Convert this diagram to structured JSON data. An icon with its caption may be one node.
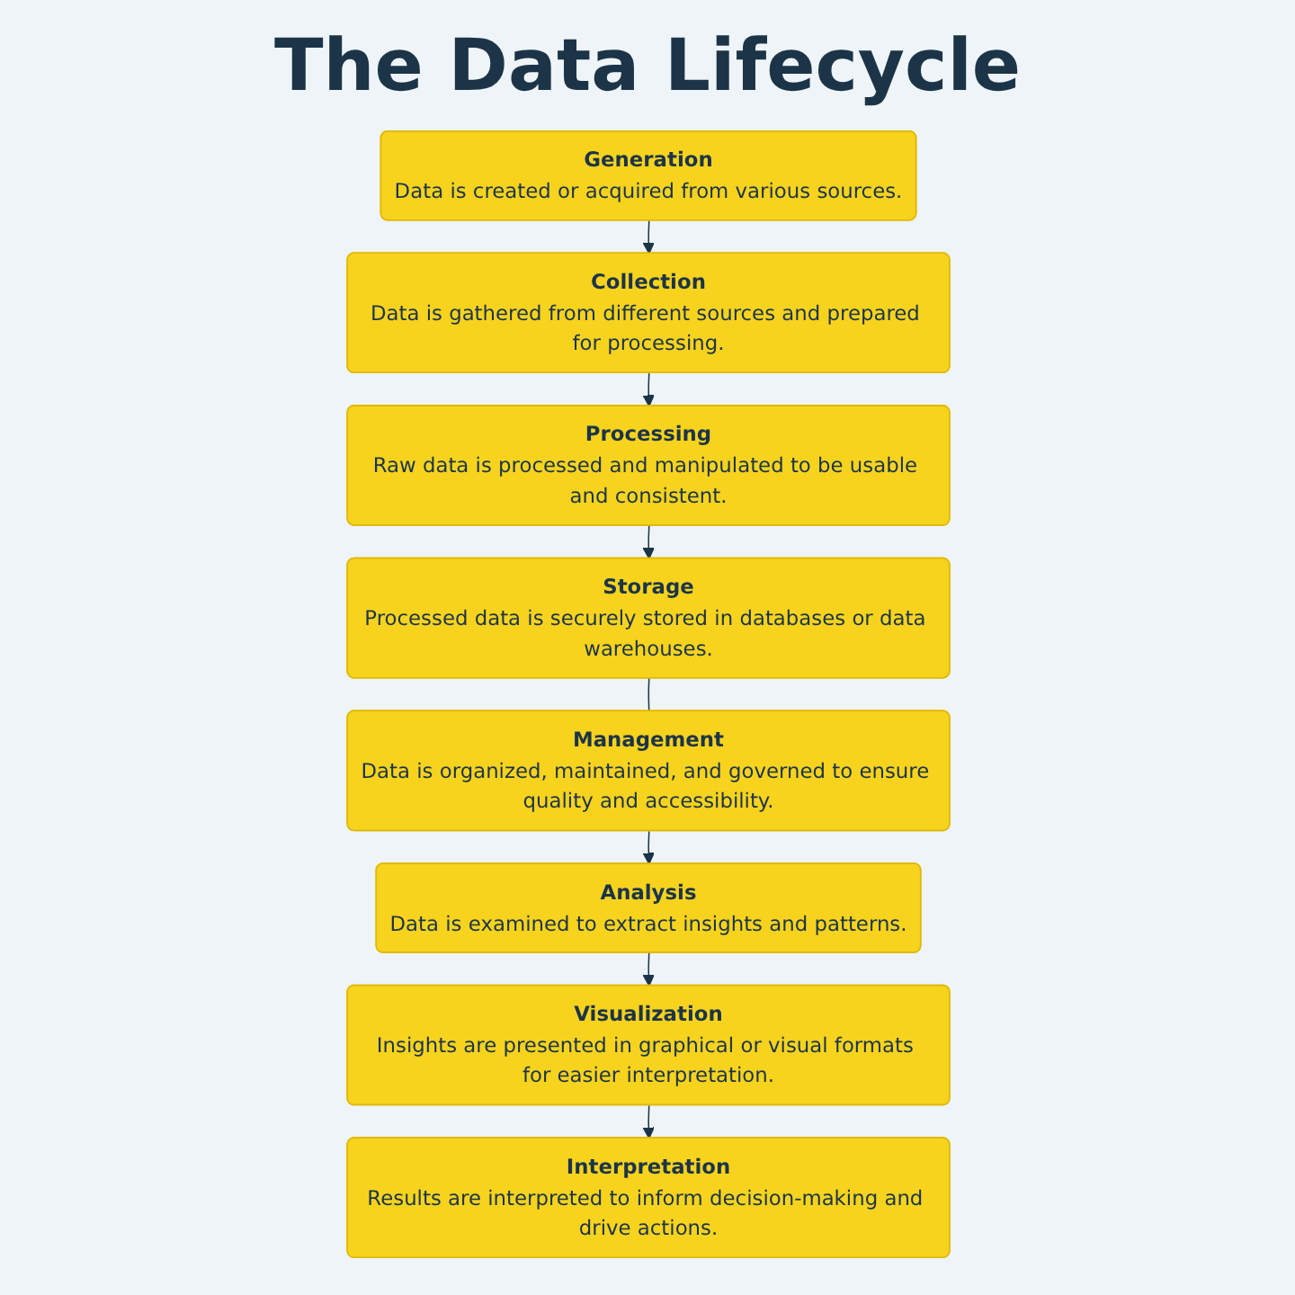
{
  "diagram": {
    "title": "The Data Lifecycle",
    "nodes": [
      {
        "text": [
          "Generation",
          "Data is created or acquired from various sources."
        ]
      },
      {
        "text": [
          "Collection",
          "Data is gathered from different sources and prepared for processing."
        ]
      },
      {
        "text": [
          "Processing",
          "Raw data is processed and manipulated to be usable and consistent."
        ]
      },
      {
        "text": [
          "Storage",
          "Processed data is securely stored in databases or data warehouses."
        ]
      },
      {
        "text": [
          "Interpretation",
          "Results are interpreted to inform decision-making and drive actions."
        ]
      },
      {
        "text": [
          "Visualization",
          "Insights are presented in graphical or visual formats for easier interpretation."
        ]
      },
      {
        "text": [
          "Analysis",
          "Data is examined to extract insights and patterns."
        ]
      },
      {
        "text": [
          "Management",
          "Data is organized, maintained, and governed to ensure quality and accessibility."
        ]
      }
    ],
    "edges": [
      {
        "from": 0,
        "to": 1,
        "arrow": "to"
      },
      {
        "from": 1,
        "to": 2,
        "arrow": "to"
      },
      {
        "from": 2,
        "to": 3,
        "arrow": "to"
      },
      {
        "from": 3,
        "to": 7,
        "arrow": "none"
      },
      {
        "from": 7,
        "to": 6,
        "arrow": "to"
      },
      {
        "from": 6,
        "to": 5,
        "arrow": "to"
      },
      {
        "from": 5,
        "to": 4,
        "arrow": "to"
      }
    ]
  }
}
